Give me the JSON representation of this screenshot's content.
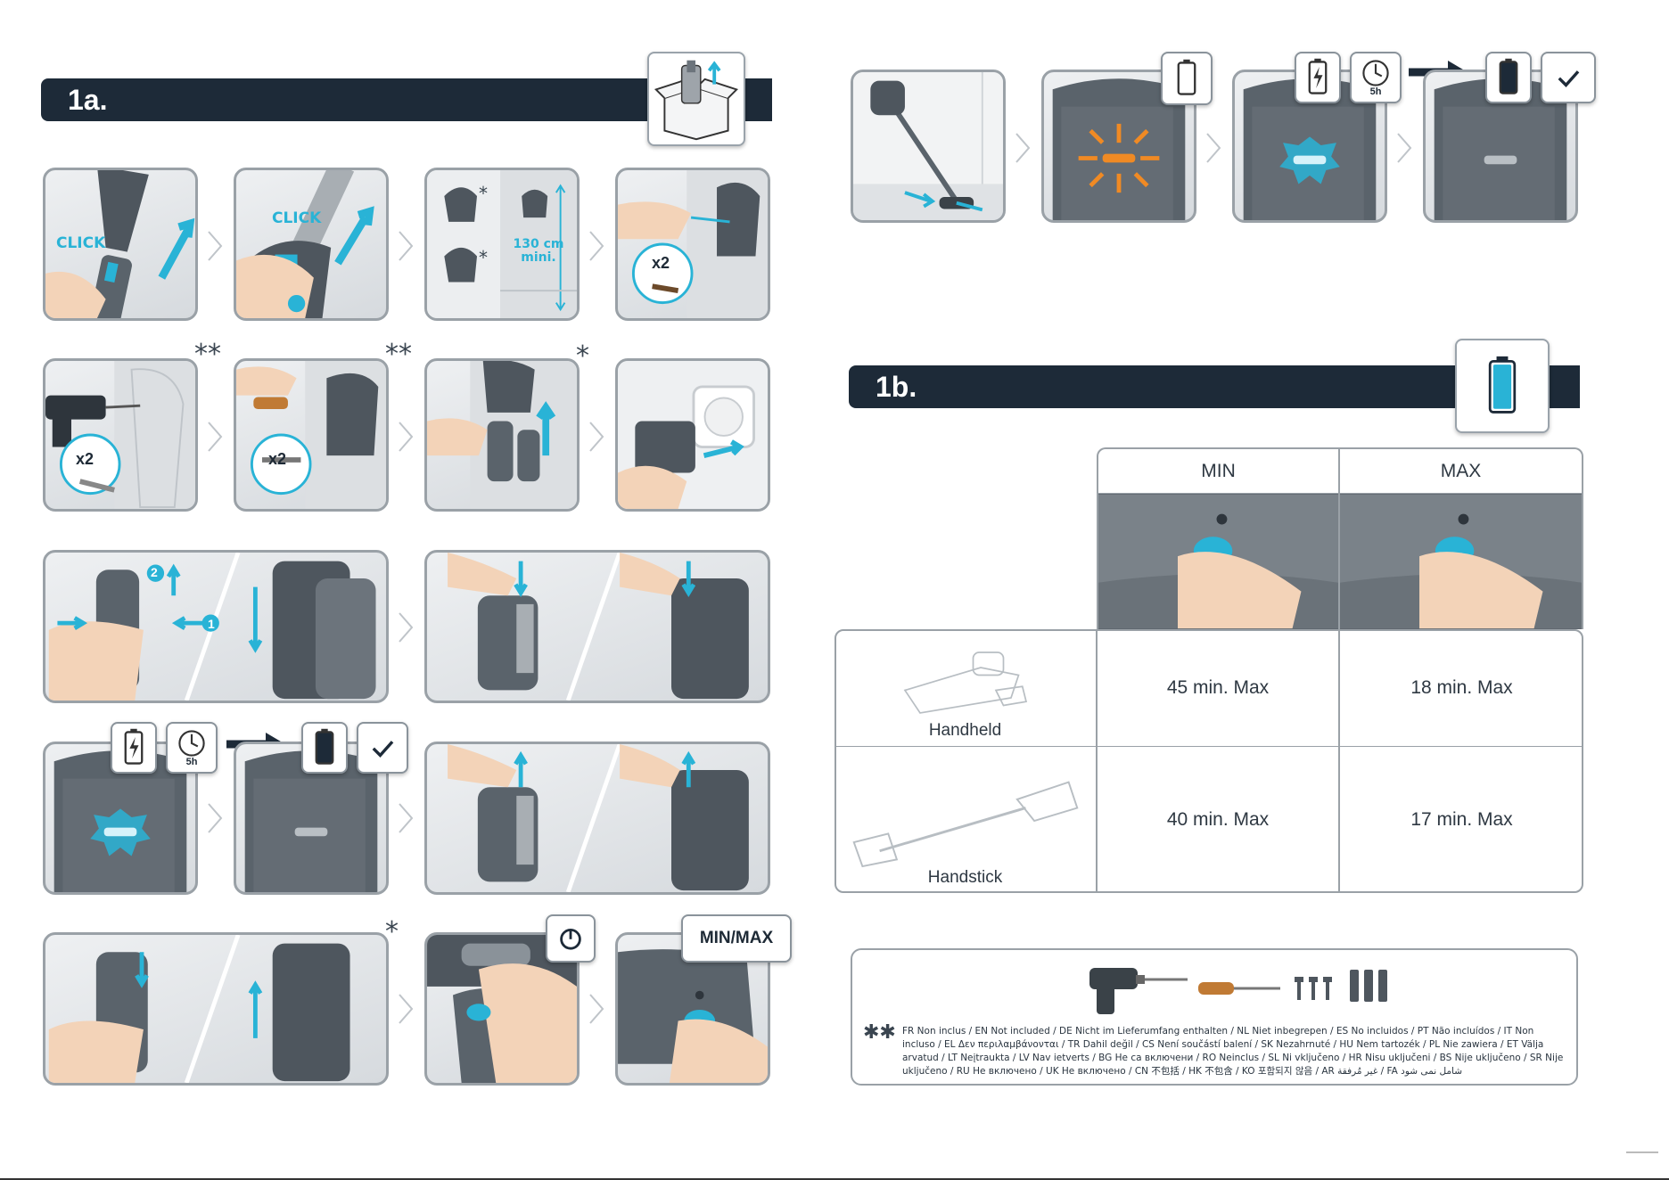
{
  "section_1a": {
    "label": "1a."
  },
  "section_1b": {
    "label": "1b."
  },
  "steps": {
    "click_label_1": "CLICK",
    "click_label_2": "CLICK",
    "height_label": "130 cm mini.",
    "x2_label_1": "x2",
    "x2_label_2": "x2",
    "x2_label_3": "x2",
    "charge_time_1": "5h",
    "charge_time_2": "5h",
    "step_number_2": "2",
    "step_number_1": "1",
    "minmax_label": "MIN/MAX",
    "single_star": "*",
    "double_star": "**"
  },
  "runtime_table": {
    "headers": [
      "MIN",
      "MAX"
    ],
    "rows": [
      {
        "mode": "Handheld",
        "min": "45 min. Max",
        "max": "18 min. Max"
      },
      {
        "mode": "Handstick",
        "min": "40 min. Max",
        "max": "17 min. Max"
      }
    ]
  },
  "legend": {
    "marker": "✱✱",
    "text": "FR Non inclus / EN Not included / DE Nicht im Lieferumfang enthalten / NL Niet inbegrepen / ES No incluidos / PT Não incluídos / IT Non incluso / EL Δεν περιλαμβάνονται / TR Dahil değil / CS Není součástí balení / SK Nezahrnuté / HU Nem tartozék / PL Nie zawiera / ET Välja arvatud / LT Neįtraukta / LV Nav ietverts / BG Не са включени / RO Neinclus / SL Ni vključeno / HR Nisu uključeni / BS Nije uključeno / SR Nije uključeno / RU Не включено / UK Не включено / CN 不包括 / HK 不包含 / KO 포함되지 않음 / AR غير مُرفقة / FA شامل نمی شود"
  },
  "icons": [
    "box-unpack-icon",
    "battery-empty-icon",
    "battery-charging-icon",
    "clock-icon",
    "battery-full-icon",
    "checkmark-icon",
    "power-icon",
    "drill-icon",
    "screwdriver-icon",
    "screw-icon",
    "wall-plug-icon",
    "arrow-right-icon",
    "chevron-right-icon"
  ],
  "colors": {
    "dark_bar": "#1d2a38",
    "accent_blue": "#29b3d6",
    "accent_orange": "#f08a24",
    "panel_border": "#9aa1a7"
  }
}
